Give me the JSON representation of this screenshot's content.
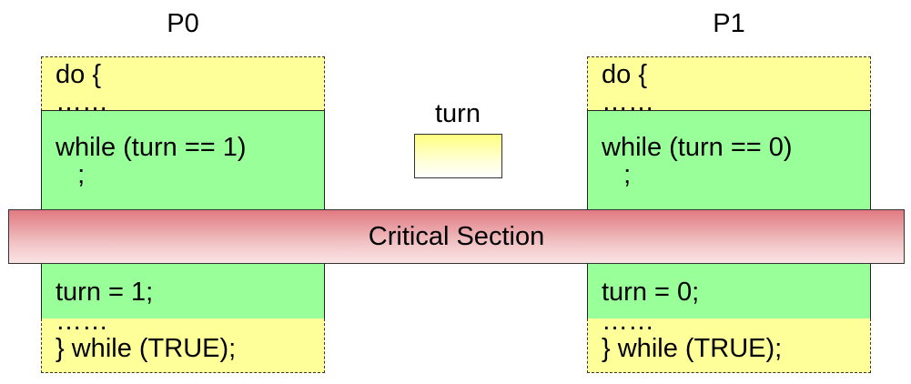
{
  "variable": {
    "label": "turn",
    "color": "#ffff99"
  },
  "critical_section": {
    "label": "Critical Section",
    "color": "#e8a0a4"
  },
  "processes": [
    {
      "title": "P0",
      "top_code": "do {\n……",
      "entry_code": "while (turn == 1)\n   ;",
      "exit_code": "turn = 1;",
      "bottom_code": "……\n} while (TRUE);"
    },
    {
      "title": "P1",
      "top_code": "do {\n……",
      "entry_code": "while (turn == 0)\n   ;",
      "exit_code": "turn = 0;",
      "bottom_code": "……\n} while (TRUE);"
    }
  ],
  "colors": {
    "remainder": "#ffff99",
    "entry_exit": "#99ff99"
  }
}
